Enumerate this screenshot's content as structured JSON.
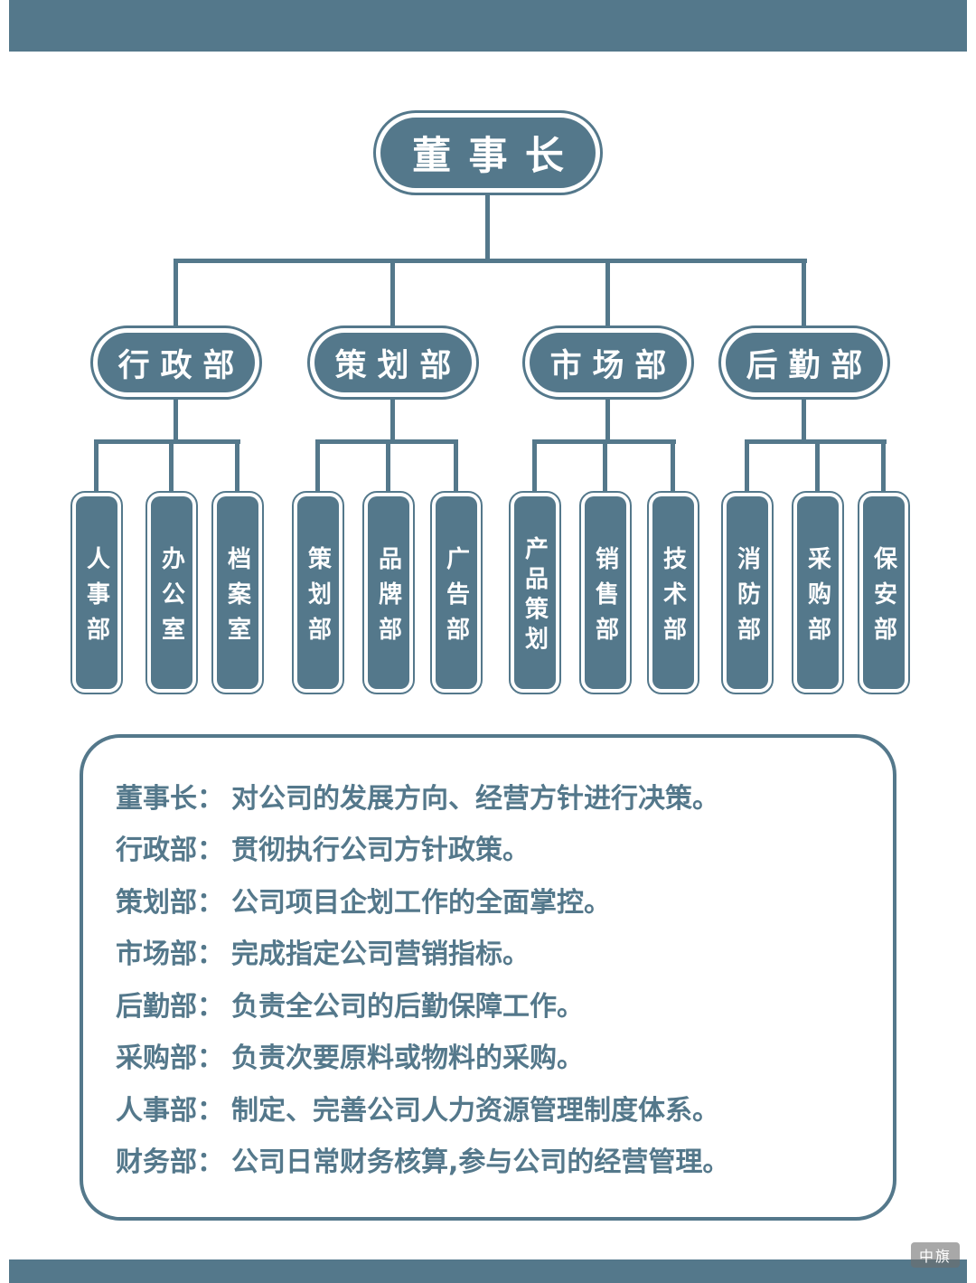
{
  "page": {
    "accent_color": "#54788b",
    "background_color": "#ffffff",
    "text_on_accent_color": "#ffffff"
  },
  "chart": {
    "root": "董事长",
    "departments": [
      {
        "label": "行政部",
        "children": [
          "人事部",
          "办公室",
          "档案室"
        ]
      },
      {
        "label": "策划部",
        "children": [
          "策划部",
          "品牌部",
          "广告部"
        ]
      },
      {
        "label": "市场部",
        "children": [
          "产品策划",
          "销售部",
          "技术部"
        ]
      },
      {
        "label": "后勤部",
        "children": [
          "消防部",
          "采购部",
          "保安部"
        ]
      }
    ]
  },
  "legend": {
    "items": [
      {
        "label": "董事长：",
        "text": "对公司的发展方向、经营方针进行决策。"
      },
      {
        "label": "行政部：",
        "text": "贯彻执行公司方针政策。"
      },
      {
        "label": "策划部：",
        "text": "公司项目企划工作的全面掌控。"
      },
      {
        "label": "市场部：",
        "text": "完成指定公司营销指标。"
      },
      {
        "label": "后勤部：",
        "text": "负责全公司的后勤保障工作。"
      },
      {
        "label": "采购部：",
        "text": "负责次要原料或物料的采购。"
      },
      {
        "label": "人事部：",
        "text": "制定、完善公司人力资源管理制度体系。"
      },
      {
        "label": "财务部：",
        "text": "公司日常财务核算,参与公司的经营管理。"
      }
    ]
  },
  "watermark": {
    "text": "中旗"
  }
}
